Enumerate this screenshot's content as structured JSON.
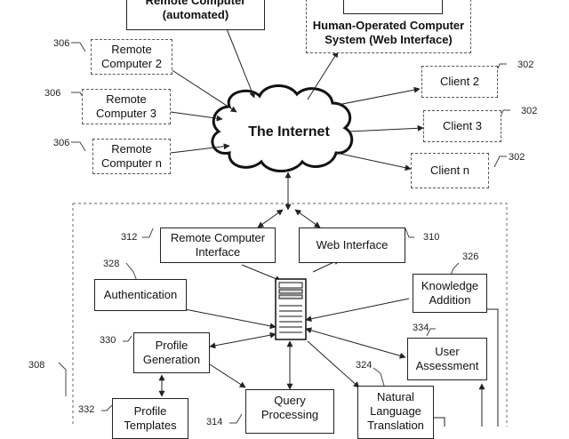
{
  "cloud": {
    "label": "The Internet"
  },
  "top": {
    "remote_automated": "Remote Computer\n(automated)",
    "human_operated": "Human-Operated Computer\nSystem (Web Interface)"
  },
  "remote_computers": [
    {
      "label": "Remote\nComputer 2",
      "ref": "306"
    },
    {
      "label": "Remote\nComputer 3",
      "ref": "306"
    },
    {
      "label": "Remote\nComputer n",
      "ref": "306"
    }
  ],
  "clients": [
    {
      "label": "Client 2",
      "ref": "302"
    },
    {
      "label": "Client 3",
      "ref": "302"
    },
    {
      "label": "Client n",
      "ref": "302"
    }
  ],
  "system": {
    "ref": "308",
    "remote_interface": {
      "label": "Remote Computer\nInterface",
      "ref": "312"
    },
    "web_interface": {
      "label": "Web Interface",
      "ref": "310"
    },
    "authentication": {
      "label": "Authentication",
      "ref": "328"
    },
    "knowledge_addition": {
      "label": "Knowledge\nAddition",
      "ref": "326"
    },
    "profile_generation": {
      "label": "Profile\nGeneration",
      "ref": "330"
    },
    "user_assessment": {
      "label": "User\nAssessment",
      "ref": "334"
    },
    "profile_templates": {
      "label": "Profile\nTemplates",
      "ref": "332"
    },
    "query_processing": {
      "label": "Query\nProcessing",
      "ref": "314"
    },
    "nl_translation": {
      "label": "Natural\nLanguage\nTranslation",
      "ref": "324"
    }
  }
}
